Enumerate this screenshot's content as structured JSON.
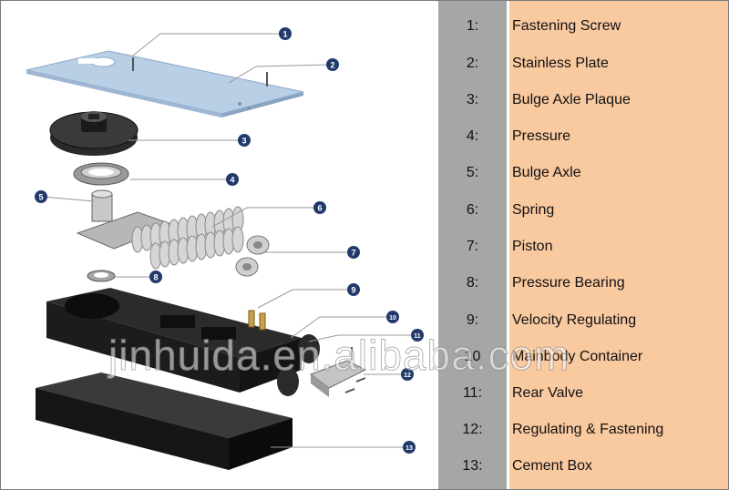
{
  "legend": {
    "items": [
      {
        "num": "1:",
        "label": "Fastening Screw"
      },
      {
        "num": "2:",
        "label": "Stainless Plate"
      },
      {
        "num": "3:",
        "label": "Bulge Axle Plaque"
      },
      {
        "num": "4:",
        "label": "Pressure"
      },
      {
        "num": "5:",
        "label": "Bulge Axle"
      },
      {
        "num": "6:",
        "label": "Spring"
      },
      {
        "num": "7:",
        "label": "Piston"
      },
      {
        "num": "8:",
        "label": "Pressure Bearing"
      },
      {
        "num": "9:",
        "label": "Velocity Regulating"
      },
      {
        "num": "10",
        "label": "Mainbody Container"
      },
      {
        "num": "11:",
        "label": "Rear Valve"
      },
      {
        "num": "12:",
        "label": "Regulating & Fastening"
      },
      {
        "num": "13:",
        "label": "Cement Box"
      }
    ]
  },
  "callouts": [
    "1",
    "2",
    "3",
    "4",
    "5",
    "6",
    "7",
    "8",
    "9",
    "10",
    "11",
    "12",
    "13"
  ],
  "watermark": "jinhuida.en.alibaba.com",
  "colors": {
    "callout_fill": "#223a6b",
    "number_column": "#a6a6a6",
    "label_column": "#f9c9a0",
    "plate": "#b9cfe6",
    "dark_part": "#1e1e1e"
  }
}
